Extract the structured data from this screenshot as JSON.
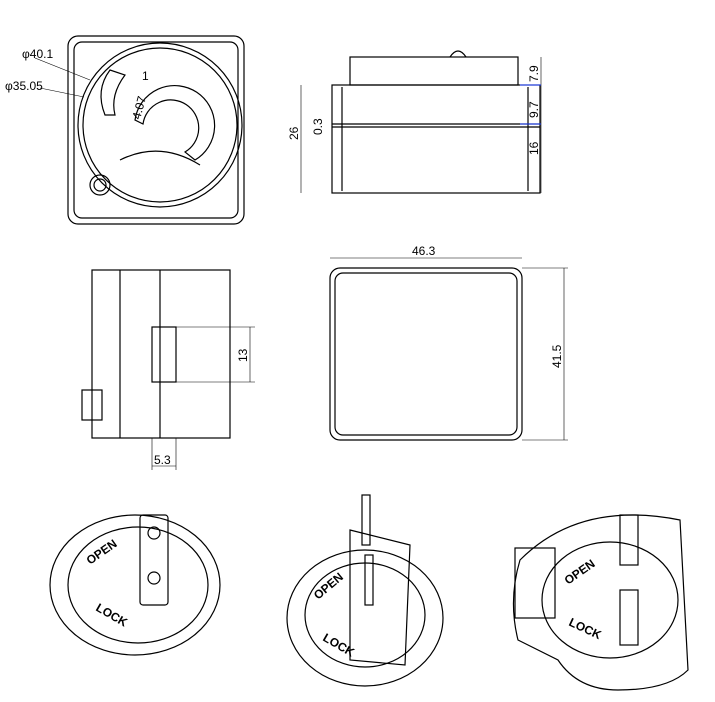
{
  "top_view": {
    "dia_outer": "φ40.1",
    "dia_inner": "φ35.05",
    "dim_slot_width": "1",
    "dim_slot_len": "4.07"
  },
  "side_view": {
    "height_total": "26",
    "gap": "0.3",
    "dim_top": "7.9",
    "dim_mid": "9.7",
    "dim_bottom": "16"
  },
  "front_view": {
    "width": "46.3",
    "height": "41.5"
  },
  "left_view": {
    "pin_height": "13",
    "pin_offset": "5.3"
  },
  "iso_views": {
    "open_label": "OPEN",
    "lock_label": "LOCK"
  },
  "colors": {
    "line": "#000000",
    "accent": "#1a3cff"
  }
}
